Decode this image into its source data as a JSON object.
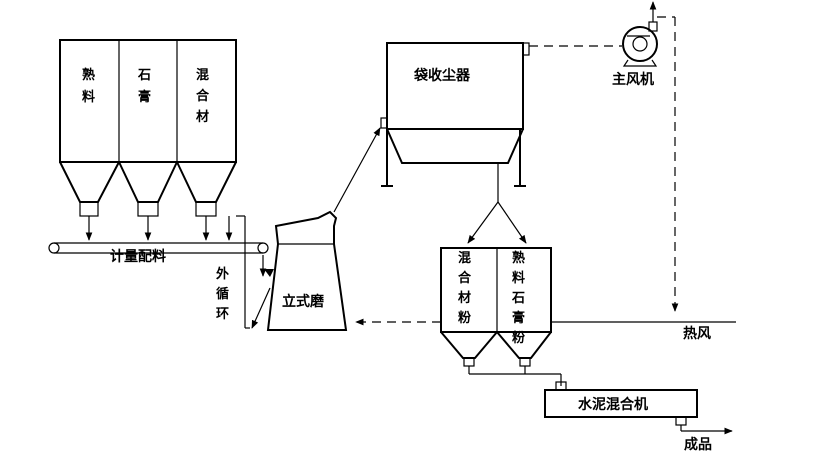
{
  "bins": {
    "clinker": [
      "熟",
      "料"
    ],
    "gypsum": [
      "石",
      "膏"
    ],
    "admixture": [
      "混",
      "合",
      "材"
    ]
  },
  "labels": {
    "batching": "计量配料",
    "external_circulation": [
      "外",
      "循",
      "环"
    ],
    "vertical_mill": "立式磨",
    "bag_filter": "袋收尘器",
    "main_fan": "主风机",
    "hot_air": "热风",
    "powder_bin_left": [
      "混",
      "合",
      "材",
      "粉"
    ],
    "powder_bin_right": [
      "熟",
      "料",
      "石",
      "膏",
      "粉"
    ],
    "mixer": "水泥混合机",
    "product": "成品"
  }
}
